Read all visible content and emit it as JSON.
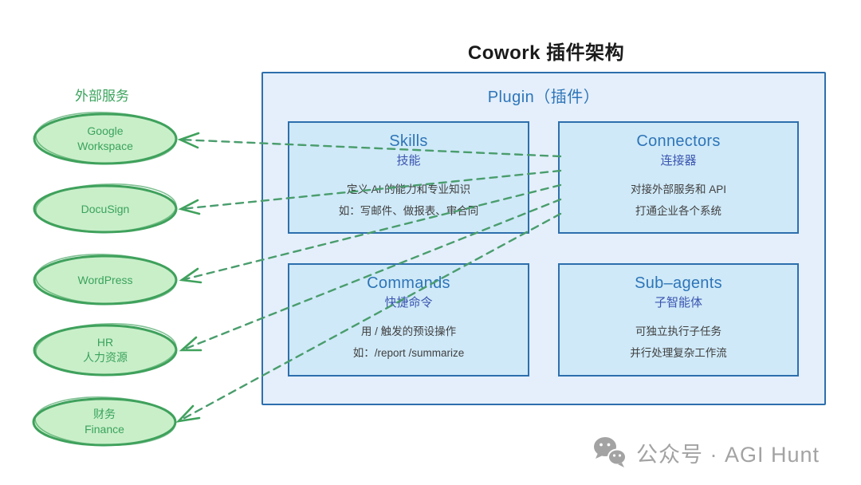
{
  "page": {
    "title": "Cowork 插件架构"
  },
  "external_services": {
    "heading": "外部服务",
    "items": [
      {
        "name": "google-workspace",
        "line1": "Google",
        "line2": "Workspace"
      },
      {
        "name": "docusign",
        "line1": "DocuSign",
        "line2": ""
      },
      {
        "name": "wordpress",
        "line1": "WordPress",
        "line2": ""
      },
      {
        "name": "hr",
        "line1": "HR",
        "line2": "人力资源"
      },
      {
        "name": "finance",
        "line1": "财务",
        "line2": "Finance"
      }
    ]
  },
  "plugin": {
    "heading": "Plugin（插件）",
    "modules": [
      {
        "title": "Skills",
        "subtitle": "技能",
        "desc1": "定义 AI 的能力和专业知识",
        "desc2": "如：写邮件、做报表、审合同"
      },
      {
        "title": "Connectors",
        "subtitle": "连接器",
        "desc1": "对接外部服务和 API",
        "desc2": "打通企业各个系统"
      },
      {
        "title": "Commands",
        "subtitle": "快捷命令",
        "desc1": "用 / 触发的预设操作",
        "desc2": "如：/report  /summarize"
      },
      {
        "title": "Sub–agents",
        "subtitle": "子智能体",
        "desc1": "可独立执行子任务",
        "desc2": "并行处理复杂工作流"
      }
    ]
  },
  "connections": [
    {
      "from": "connectors-box",
      "to": "google-workspace"
    },
    {
      "from": "connectors-box",
      "to": "docusign"
    },
    {
      "from": "connectors-box",
      "to": "wordpress"
    },
    {
      "from": "connectors-box",
      "to": "hr"
    },
    {
      "from": "connectors-box",
      "to": "finance"
    }
  ],
  "watermark": {
    "icon": "wechat-icon",
    "text": "公众号 · AGI Hunt"
  },
  "colors": {
    "green_stroke": "#3fa15c",
    "green_fill": "#c9efc9",
    "green_text": "#3aa35c",
    "dash_line": "#4a9d6d",
    "blue_border": "#2d6fad",
    "container_fill": "#e4effb",
    "module_fill": "#cfe9f8",
    "title_blue": "#2e75b8",
    "subtitle_indigo": "#3b55b0",
    "body_text": "#404040",
    "watermark_gray": "#a3a3a3"
  }
}
